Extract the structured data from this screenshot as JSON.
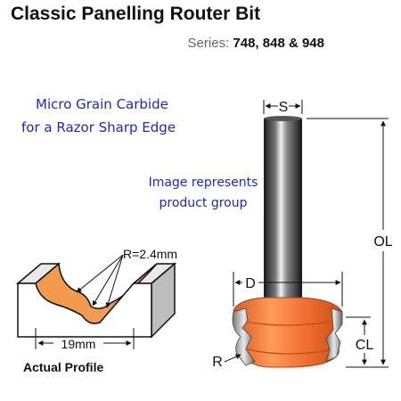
{
  "header": {
    "title": "Classic Panelling Router Bit",
    "series_label": "Series:",
    "series_values": "748, 848 & 948"
  },
  "notes": {
    "carbide_line1": "Micro Grain Carbide",
    "carbide_line2": "for a Razor Sharp Edge",
    "group_line1": "Image represents",
    "group_line2": "product group"
  },
  "profile": {
    "radius_label": "R=2.4mm",
    "width_label": "19mm",
    "caption": "Actual Profile"
  },
  "dimensions": {
    "shank": "S",
    "diameter": "D",
    "overall_length": "OL",
    "cutting_length": "CL",
    "radius": "R"
  },
  "colors": {
    "cutter_orange": "#ee6a2c",
    "profile_orange": "#f39a4e",
    "text_blue": "#1f2cb0",
    "shank_dark": "#222222"
  }
}
